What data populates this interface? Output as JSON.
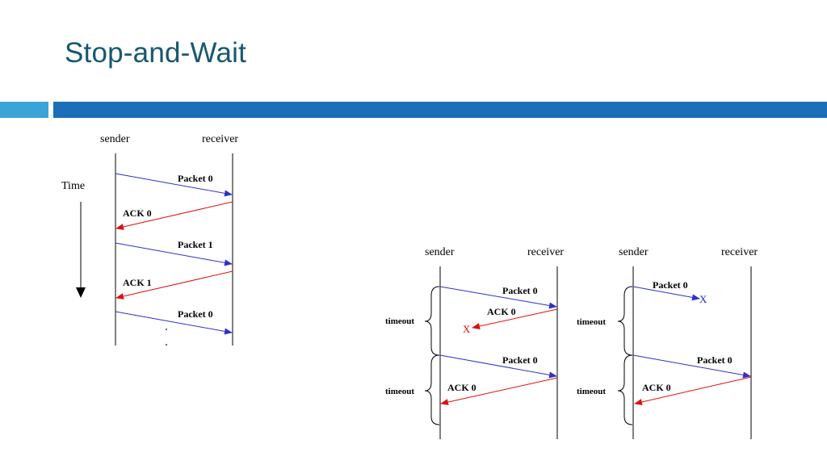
{
  "slide": {
    "title": "Stop-and-Wait"
  },
  "colors": {
    "title": "#17586e",
    "accent_bar": "#1a6fb8",
    "accent_bar_light": "#3aa3d8",
    "data_arrow": "#3030c8",
    "ack_arrow": "#e01010"
  },
  "diagram1": {
    "sender": "sender",
    "receiver": "receiver",
    "time": "Time",
    "packet_0a": "Packet 0",
    "ack_0": "ACK 0",
    "packet_1": "Packet 1",
    "ack_1": "ACK 1",
    "packet_0b": "Packet 0"
  },
  "diagram2": {
    "sender": "sender",
    "receiver": "receiver",
    "packet_0a": "Packet 0",
    "ack_0_lost": "ACK 0",
    "lost_mark": "X",
    "timeout_1": "timeout",
    "packet_0b": "Packet 0",
    "ack_0": "ACK 0",
    "timeout_2": "timeout"
  },
  "diagram3": {
    "sender": "sender",
    "receiver": "receiver",
    "packet_0_lost": "Packet 0",
    "lost_mark": "X",
    "timeout_1": "timeout",
    "packet_0b": "Packet 0",
    "ack_0": "ACK 0",
    "timeout_2": "timeout"
  }
}
